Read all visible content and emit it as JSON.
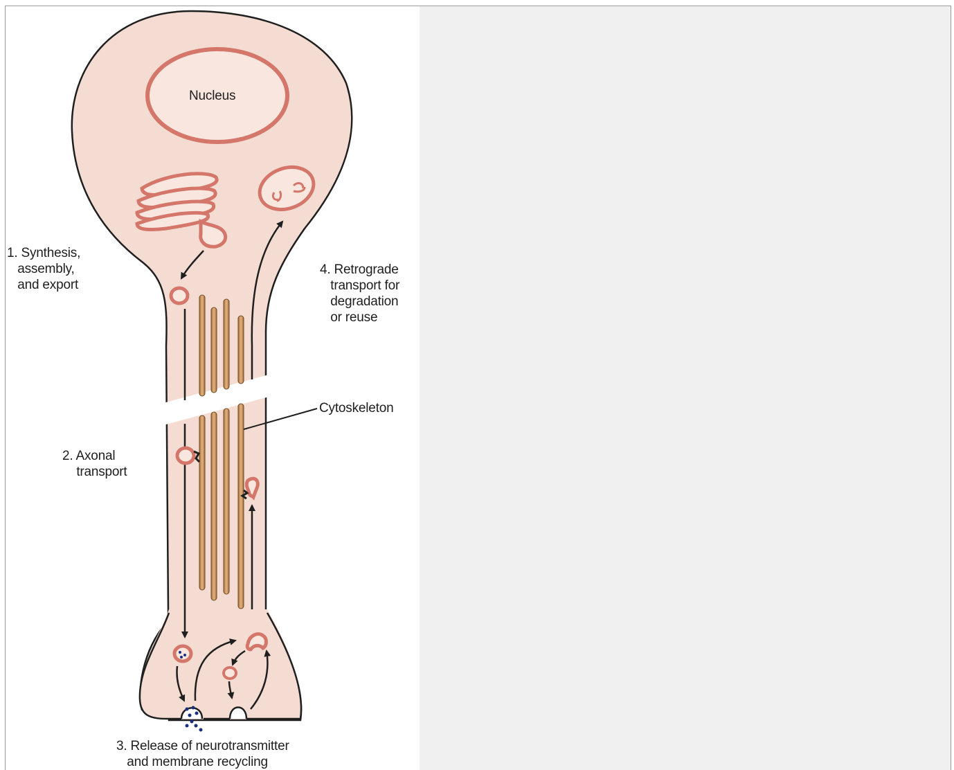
{
  "diagram": {
    "labels": {
      "nucleus": "Nucleus",
      "synthesis": "1. Synthesis,\n   assembly,\n   and export",
      "axonal": "2. Axonal\n    transport",
      "release": "3. Release of neurotransmitter\n   and membrane recycling",
      "retrograde": "4. Retrograde\n   transport for\n   degradation\n   or reuse",
      "cytoskeleton": "Cytoskeleton"
    }
  },
  "colors": {
    "cell_fill": "#f4dcd2",
    "membrane_outline": "#1f1f1f",
    "organelle": "#d4776a",
    "organelle_fill": "#f9e7df",
    "filament": "#c89660",
    "neurotransmitter": "#1a2f80",
    "right_pane": "#f0f0f0"
  }
}
